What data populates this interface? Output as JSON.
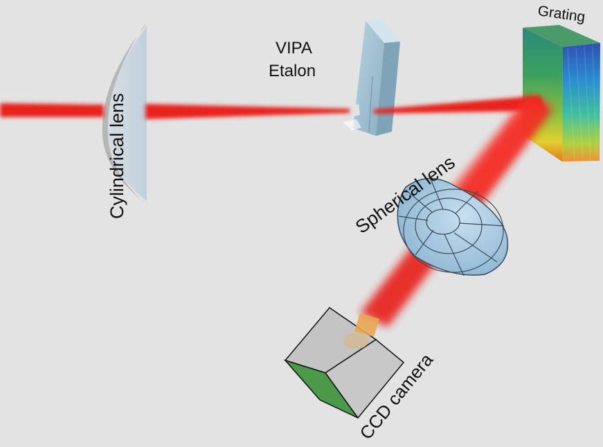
{
  "labels": {
    "cylindrical_lens": "Cylindrical  lens",
    "vipa_line1": "VIPA",
    "vipa_line2": "Etalon",
    "grating": "Grating",
    "spherical_lens": "Spherical lens",
    "ccd_camera": "CCD camera"
  },
  "colors": {
    "background": "#e3e3e3",
    "beam": "#e8201c",
    "lens_glass": "#a9c6d6",
    "camera_body": "#c4c4c4",
    "camera_side": "#4a9a4a",
    "camera_lens": "#e8a650"
  }
}
